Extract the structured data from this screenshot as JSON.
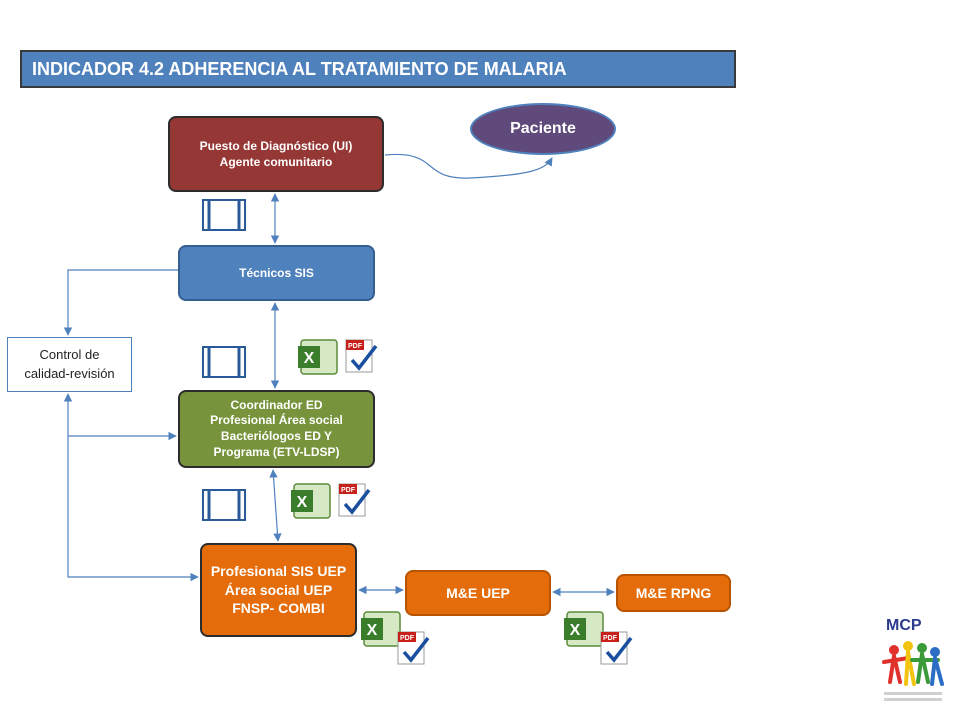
{
  "title": "INDICADOR 4.2 ADHERENCIA AL TRATAMIENTO DE MALARIA",
  "nodes": {
    "puesto": [
      "Puesto de Diagnóstico (UI)",
      "Agente comunitario"
    ],
    "paciente": "Paciente",
    "tecnicos": "Técnicos SIS",
    "control": [
      "Control de",
      "calidad-revisión"
    ],
    "coordinador": [
      "Coordinador ED",
      "Profesional Área social",
      "Bacteriólogos ED Y",
      "Programa (ETV-LDSP)"
    ],
    "profesional": [
      "Profesional SIS UEP",
      "Área social  UEP",
      "FNSP- COMBI"
    ],
    "me_uep": "M&E UEP",
    "me_rpng": "M&E RPNG"
  },
  "icons": {
    "excel": "excel-icon",
    "pdf": "pdf-icon",
    "pdf_label": "PDF",
    "excel_label": "X",
    "book": "book-icon",
    "logo": "mcp-logo"
  },
  "logo_text": "MCP",
  "colors": {
    "title_bg": "#4f81bd",
    "puesto": "#953735",
    "tecnicos": "#4f81bd",
    "coordinador": "#77933c",
    "orange": "#e46c0a",
    "paciente": "#604a7b",
    "connector": "#4f81bd"
  }
}
